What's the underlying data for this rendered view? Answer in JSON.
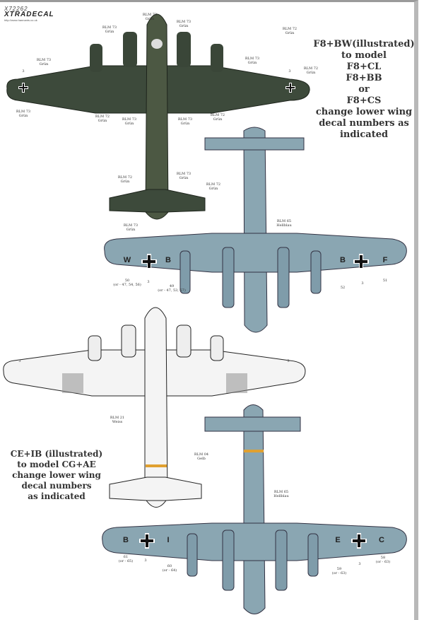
{
  "logo": {
    "code": "X72262",
    "brand": "XTRADECAL",
    "url": "http://www.hannants.co.uk"
  },
  "notes": {
    "upper": [
      "F8+BW(illustrated)",
      "to model",
      "F8+CL",
      "F8+BB",
      "or",
      "F8+CS",
      "change lower wing",
      "decal numbers as",
      "indicated"
    ],
    "lower": [
      "CE+IB (illustrated)",
      "to model CG+AE",
      "change lower wing",
      "decal numbers",
      "as indicated"
    ]
  },
  "colors": {
    "rlm73": "RLM 73",
    "rlm72": "RLM 72",
    "grun": "Grün",
    "rlm65": "RLM 65",
    "hellblau": "Hellblau",
    "rlm21": "RLM 21",
    "weiss": "Weiss",
    "rlm04": "RLM 04",
    "gelb": "Gelb"
  },
  "swatches": {
    "green_dark": "#3b4839",
    "green_olive": "#4d5a44",
    "hellblau": "#8aa6b2",
    "white": "#f4f4f4",
    "yellow": "#e0a030"
  },
  "decals": {
    "d3": "3",
    "upper_codes": [
      "W",
      "B",
      "B",
      "F"
    ],
    "upper_numbers": [
      {
        "num": "50",
        "alt": "(or - 47, 54, 56)"
      },
      {
        "num": "49",
        "alt": "(or - 47, 53, 57)"
      },
      {
        "num": "52",
        "alt": ""
      },
      {
        "num": "51",
        "alt": ""
      }
    ],
    "lower_codes": [
      "B",
      "I",
      "E",
      "C"
    ],
    "lower_numbers": [
      {
        "num": "61",
        "alt": "(or - 65)"
      },
      {
        "num": "60",
        "alt": "(or - 64)"
      },
      {
        "num": "59",
        "alt": "(or - 63)"
      },
      {
        "num": "58",
        "alt": "(or - 63)"
      }
    ]
  }
}
